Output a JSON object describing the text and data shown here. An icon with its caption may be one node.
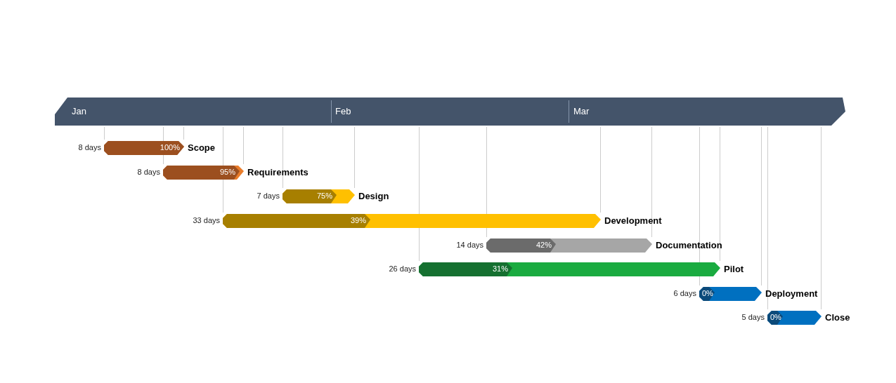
{
  "diagram": {
    "nodes": [
      {
        "text": [
          "Jan",
          "Feb",
          "Mar"
        ]
      },
      {
        "text": [
          "100%"
        ],
        "beside": [
          "8 days",
          "Scope"
        ]
      },
      {
        "text": [
          "95%"
        ],
        "beside": [
          "8 days",
          "Requirements"
        ]
      },
      {
        "text": [
          "75%"
        ],
        "beside": [
          "7 days",
          "Design"
        ]
      },
      {
        "text": [
          "39%"
        ],
        "beside": [
          "33 days",
          "Development"
        ]
      },
      {
        "text": [
          "42%"
        ],
        "beside": [
          "14 days",
          "Documentation"
        ]
      },
      {
        "text": [
          "31%"
        ],
        "beside": [
          "26 days",
          "Pilot"
        ]
      },
      {
        "text": [
          "0%"
        ],
        "beside": [
          "6 days",
          "Deployment"
        ]
      },
      {
        "text": [
          "0%"
        ],
        "beside": [
          "5 days",
          "Close"
        ]
      }
    ],
    "edges": []
  }
}
